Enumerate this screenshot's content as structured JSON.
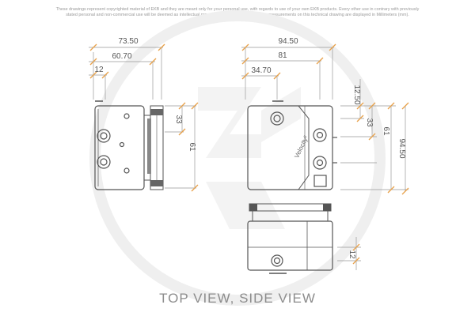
{
  "disclaimer": {
    "line1": "These drawings represent copyrighted material of EKB and they are meant only for your personal use, with regards to use of your own EKB products. Every other use in contrary with previously",
    "line2": "stated personal and non-commercial use will be deemed as intellectual property rights infringement! All the measurements on this technical drawing are displayed in Millimeters (mm)."
  },
  "caption": "TOP VIEW, SIDE VIEW",
  "left_view": {
    "dim_overall": "73.50",
    "dim_mid": "60.70",
    "dim_small": "12",
    "dim_33": "33",
    "dim_61": "61"
  },
  "right_view": {
    "dim_overall": "94.50",
    "dim_81": "81",
    "dim_3470": "34.70",
    "dim_1250": "12.50",
    "dim_33": "33",
    "dim_61": "61",
    "dim_9450": "94.50",
    "brand": "Velocity²"
  },
  "side_view": {
    "dim_12": "12"
  },
  "colors": {
    "accent": "#e8a14a",
    "line": "#555555",
    "watermark": "#efefef"
  }
}
